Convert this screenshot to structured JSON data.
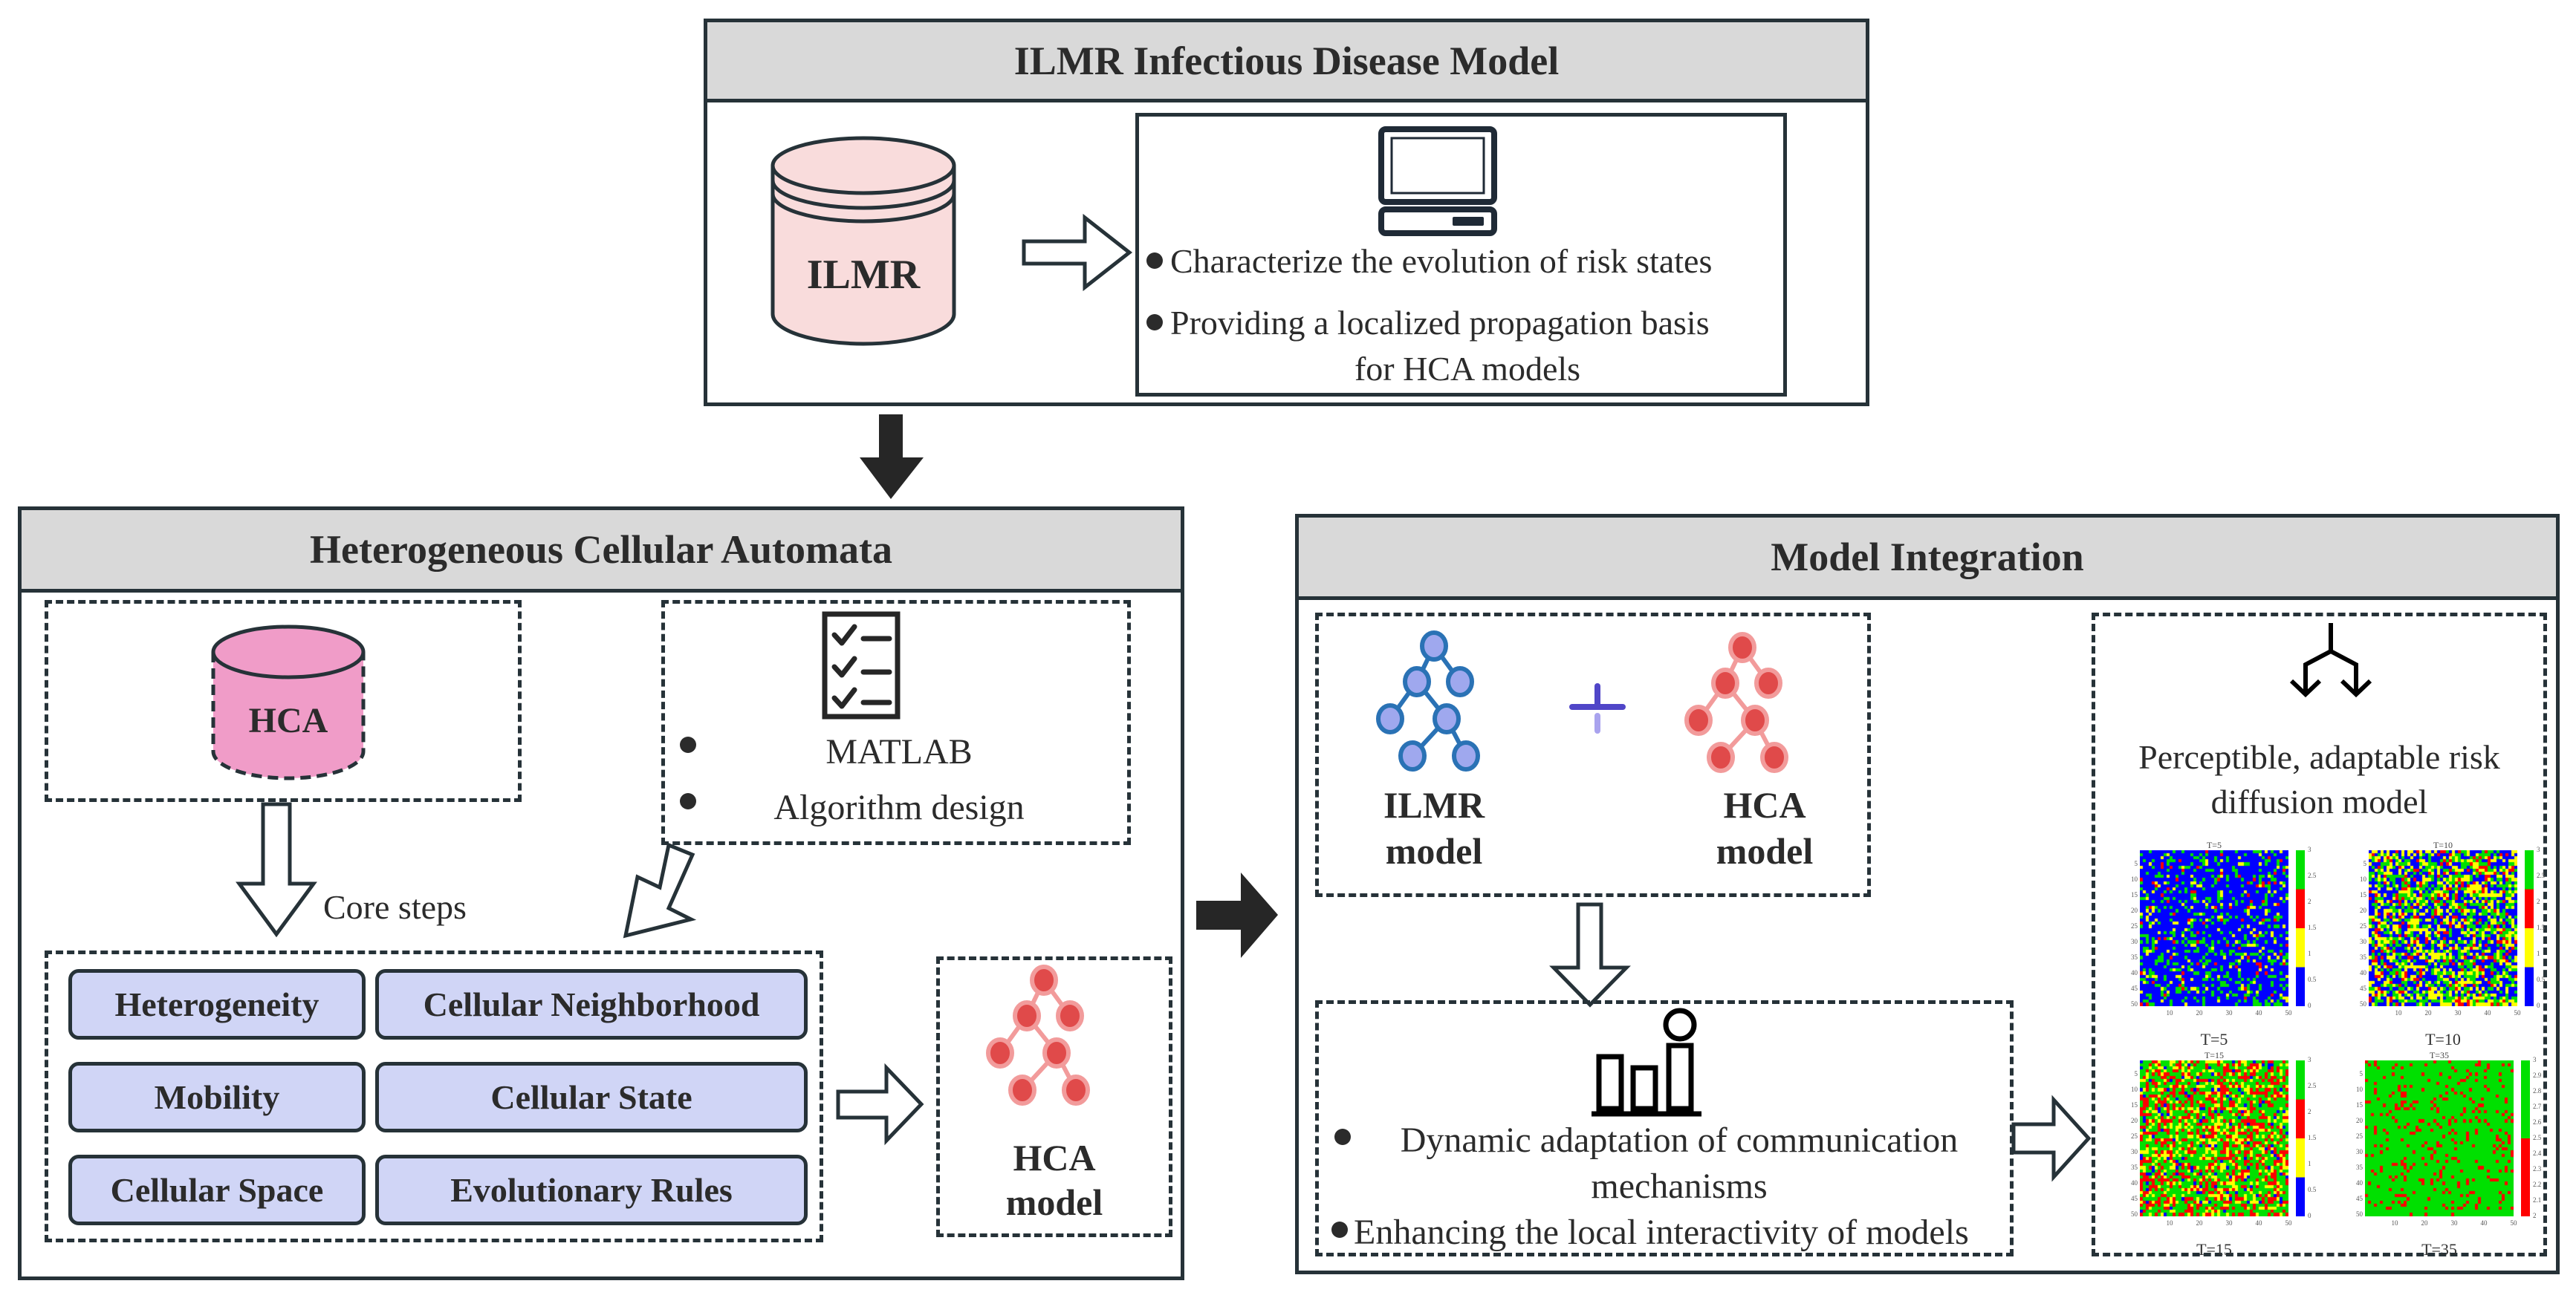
{
  "top_panel": {
    "title": "ILMR Infectious Disease Model",
    "cylinder_label": "ILMR",
    "bullets": [
      "Characterize the evolution of risk states",
      "Providing a localized propagation basis",
      "for HCA models"
    ]
  },
  "left_panel": {
    "title": "Heterogeneous Cellular Automata",
    "cylinder_label": "HCA",
    "tool_bullets": [
      "MATLAB",
      "Algorithm design"
    ],
    "core_steps_label": "Core steps",
    "steps": [
      "Heterogeneity",
      "Cellular Neighborhood",
      "Mobility",
      "Cellular State",
      "Cellular Space",
      "Evolutionary Rules"
    ],
    "result_label_line1": "HCA",
    "result_label_line2": "model"
  },
  "right_panel": {
    "title": "Model Integration",
    "model_a_line1": "ILMR",
    "model_a_line2": "model",
    "plus_symbol": "+",
    "model_b_line1": "HCA",
    "model_b_line2": "model",
    "integration_bullets": [
      "Dynamic adaptation of communication",
      "mechanisms",
      "Enhancing the local interactivity of models"
    ],
    "result_title_line1": "Perceptible, adaptable risk",
    "result_title_line2": "diffusion model",
    "heatmaps": [
      {
        "caption": "T=5",
        "inner_title": "T=5",
        "colorbar_ticks": [
          "0",
          "0.5",
          "1",
          "1.5",
          "2",
          "2.5",
          "3"
        ],
        "x_ticks": [
          "10",
          "20",
          "30",
          "40",
          "50"
        ],
        "y_ticks": [
          "5",
          "10",
          "15",
          "20",
          "25",
          "30",
          "35",
          "40",
          "45",
          "50"
        ],
        "dominant_state": "blue",
        "state_mix": {
          "blue": 0.72,
          "green": 0.18,
          "yellow": 0.07,
          "red": 0.03
        }
      },
      {
        "caption": "T=10",
        "inner_title": "T=10",
        "colorbar_ticks": [
          "0",
          "0.5",
          "1",
          "1.5",
          "2",
          "2.5",
          "3"
        ],
        "x_ticks": [
          "10",
          "20",
          "30",
          "40",
          "50"
        ],
        "y_ticks": [
          "5",
          "10",
          "15",
          "20",
          "25",
          "30",
          "35",
          "40",
          "45",
          "50"
        ],
        "dominant_state": "mixed",
        "state_mix": {
          "blue": 0.38,
          "green": 0.27,
          "yellow": 0.25,
          "red": 0.1
        }
      },
      {
        "caption": "T=15",
        "inner_title": "T=15",
        "colorbar_ticks": [
          "0",
          "0.5",
          "1",
          "1.5",
          "2",
          "2.5",
          "3"
        ],
        "x_ticks": [
          "10",
          "20",
          "30",
          "40",
          "50"
        ],
        "y_ticks": [
          "5",
          "10",
          "15",
          "20",
          "25",
          "30",
          "35",
          "40",
          "45",
          "50"
        ],
        "dominant_state": "green",
        "state_mix": {
          "blue": 0.05,
          "green": 0.48,
          "yellow": 0.2,
          "red": 0.27
        }
      },
      {
        "caption": "T=35",
        "inner_title": "T=35",
        "colorbar_ticks": [
          "2",
          "2.1",
          "2.2",
          "2.3",
          "2.4",
          "2.5",
          "2.6",
          "2.7",
          "2.8",
          "2.9",
          "3"
        ],
        "x_ticks": [
          "10",
          "20",
          "30",
          "40",
          "50"
        ],
        "y_ticks": [
          "5",
          "10",
          "15",
          "20",
          "25",
          "30",
          "35",
          "40",
          "45",
          "50"
        ],
        "dominant_state": "green",
        "state_mix": {
          "blue": 0.0,
          "green": 0.88,
          "yellow": 0.0,
          "red": 0.12
        }
      }
    ]
  },
  "icons": {
    "ilmr_database": "database-cylinder-icon",
    "monitor": "desktop-computer-icon",
    "hca_database": "database-cylinder-icon",
    "checklist": "checklist-icon",
    "tree_ilmr": "tree-network-icon",
    "tree_hca": "tree-network-icon",
    "bar_chart_person": "bar-chart-icon",
    "split_arrow": "split-arrow-icon"
  },
  "colors": {
    "header_fill": "#d9d9d9",
    "border": "#263238",
    "ilmr_cylinder": "#f9dcdc",
    "hca_cylinder": "#f09cc8",
    "step_pill": "#d0d5f6",
    "tree_blue_fill": "#9fa8ee",
    "tree_blue_stroke": "#2a72b5",
    "tree_red_fill": "#e04a4a",
    "tree_red_stroke": "#f29b9b",
    "plus": "#5046c8",
    "state_blue": "#0000ff",
    "state_yellow": "#ffff00",
    "state_red": "#ff0000",
    "state_green": "#00e000"
  }
}
